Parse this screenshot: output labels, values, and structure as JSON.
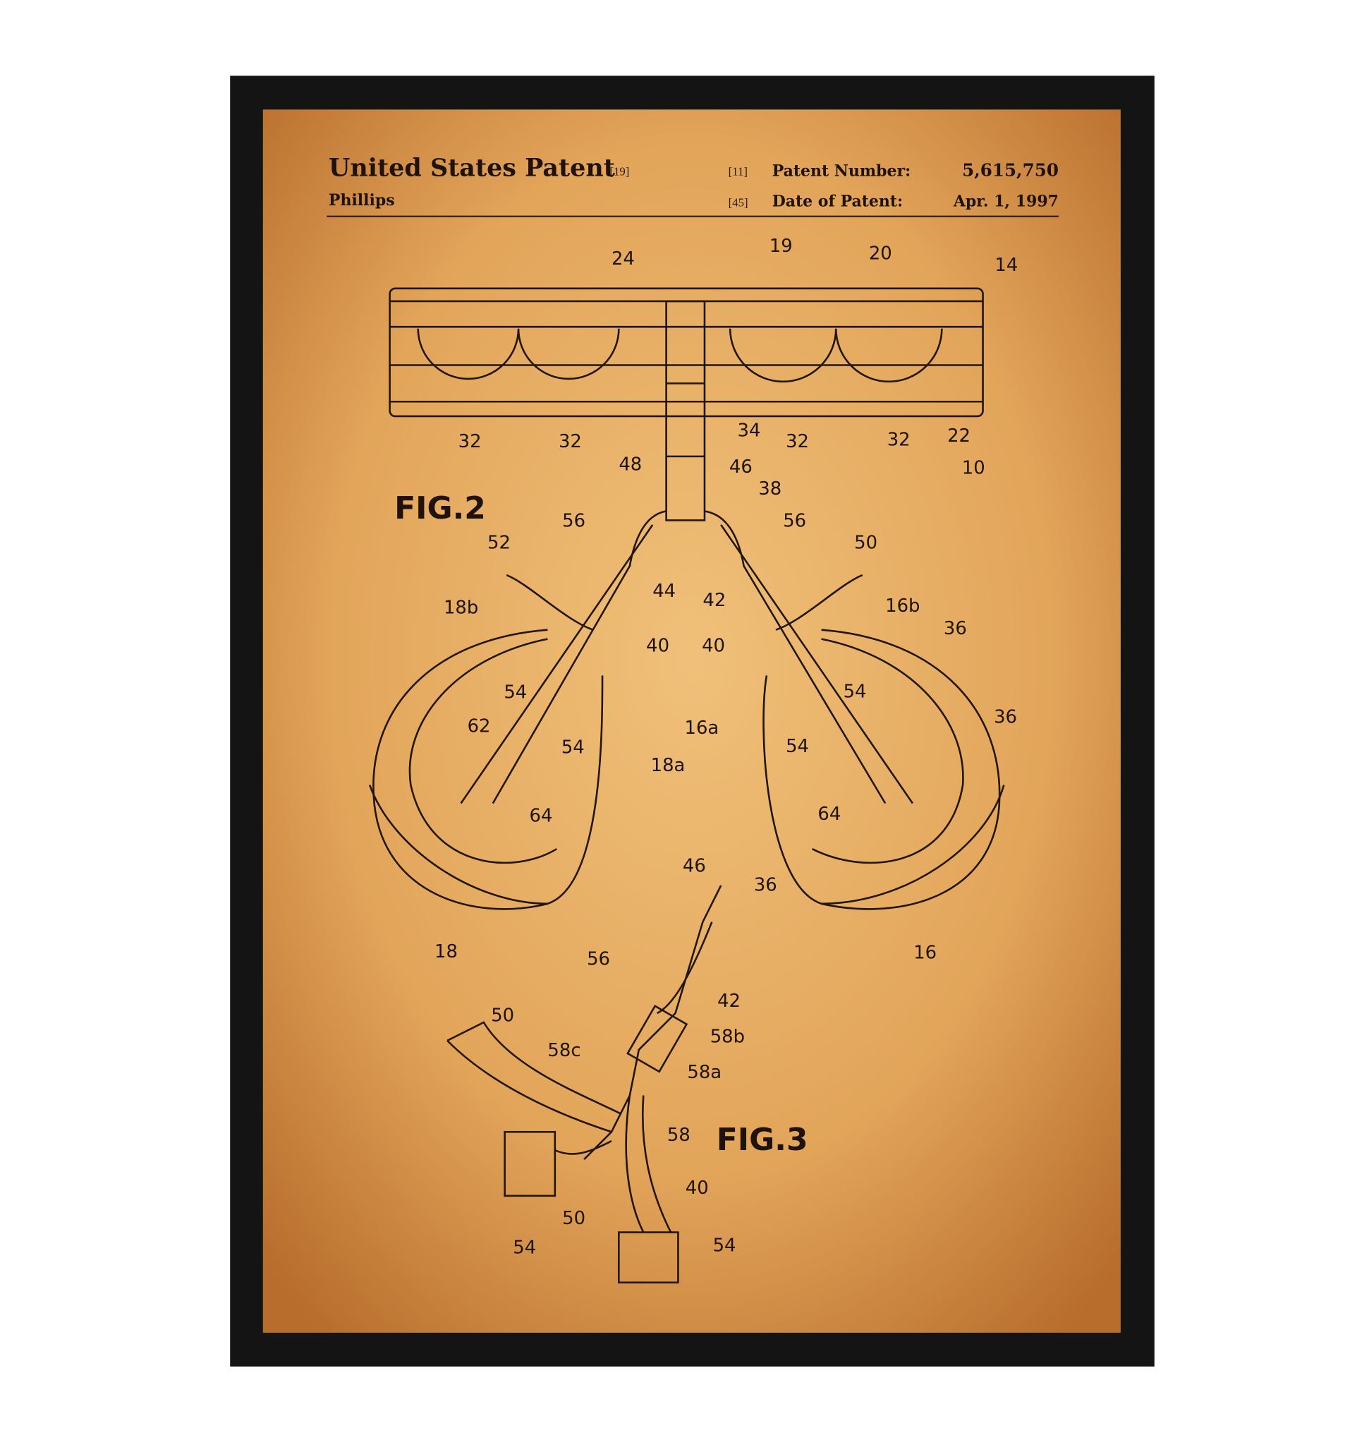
{
  "header": {
    "title": "United States Patent",
    "title_ref": "[19]",
    "inventor": "Phillips",
    "number_ref": "[11]",
    "number_label": "Patent Number:",
    "number_value": "5,615,750",
    "date_ref": "[45]",
    "date_label": "Date of Patent:",
    "date_value": "Apr. 1, 1997"
  },
  "figures": {
    "fig2": "FIG.2",
    "fig3": "FIG.3"
  },
  "labels": [
    "24",
    "19",
    "20",
    "14",
    "32",
    "32",
    "34",
    "32",
    "32",
    "22",
    "48",
    "46",
    "10",
    "38",
    "56",
    "56",
    "52",
    "50",
    "44",
    "42",
    "18b",
    "16b",
    "36",
    "40",
    "40",
    "54",
    "54",
    "16a",
    "36",
    "62",
    "54",
    "54",
    "18a",
    "64",
    "64",
    "46",
    "36",
    "18",
    "16",
    "56",
    "42",
    "50",
    "58b",
    "58c",
    "58a",
    "58",
    "40",
    "50",
    "54",
    "54"
  ],
  "colors": {
    "frame": "#141414",
    "paper": "#e2a960",
    "ink": "#22150b"
  }
}
